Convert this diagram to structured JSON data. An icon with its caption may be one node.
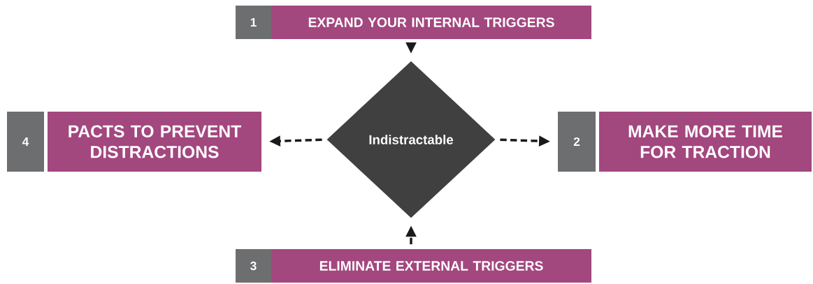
{
  "diagram": {
    "nodes": [
      {
        "text": [
          "1"
        ]
      },
      {
        "text": [
          "EXPAND YOUR INTERNAL TRIGGERS"
        ]
      },
      {
        "text": [
          "4"
        ]
      },
      {
        "text": [
          "PACTS TO PREVENT DISTRACTIONS"
        ]
      },
      {
        "text": [
          "Indistractable"
        ]
      },
      {
        "text": [
          "2"
        ]
      },
      {
        "text": [
          "MAKE MORE TIME FOR TRACTION"
        ]
      },
      {
        "text": [
          "3"
        ]
      },
      {
        "text": [
          "ELIMINATE EXTERNAL TRIGGERS"
        ]
      }
    ],
    "edges": [
      {
        "from": 1,
        "to": 4,
        "arrow": "to",
        "style": "dashed"
      },
      {
        "from": 4,
        "to": 3,
        "arrow": "to",
        "style": "dashed"
      },
      {
        "from": 4,
        "to": 5,
        "arrow": "to",
        "style": "dashed"
      },
      {
        "from": 8,
        "to": 4,
        "arrow": "to",
        "style": "dashed"
      }
    ]
  }
}
